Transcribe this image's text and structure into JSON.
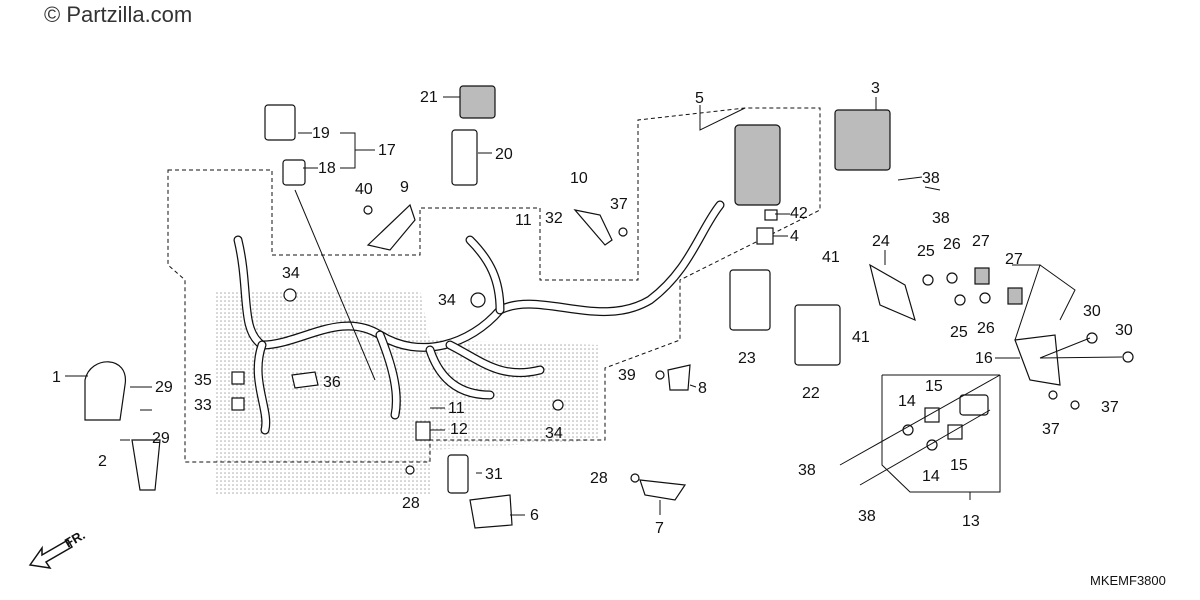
{
  "watermark": "© Partzilla.com",
  "diagram_code": "MKEMF3800",
  "front_label": "FR.",
  "callouts": [
    {
      "id": "c1",
      "text": "1"
    },
    {
      "id": "c2",
      "text": "2"
    },
    {
      "id": "c3",
      "text": "3"
    },
    {
      "id": "c4",
      "text": "4"
    },
    {
      "id": "c5",
      "text": "5"
    },
    {
      "id": "c6",
      "text": "6"
    },
    {
      "id": "c7",
      "text": "7"
    },
    {
      "id": "c8",
      "text": "8"
    },
    {
      "id": "c9",
      "text": "9"
    },
    {
      "id": "c10",
      "text": "10"
    },
    {
      "id": "c11a",
      "text": "11"
    },
    {
      "id": "c11b",
      "text": "11"
    },
    {
      "id": "c12",
      "text": "12"
    },
    {
      "id": "c13",
      "text": "13"
    },
    {
      "id": "c14a",
      "text": "14"
    },
    {
      "id": "c14b",
      "text": "14"
    },
    {
      "id": "c15a",
      "text": "15"
    },
    {
      "id": "c15b",
      "text": "15"
    },
    {
      "id": "c16",
      "text": "16"
    },
    {
      "id": "c17",
      "text": "17"
    },
    {
      "id": "c18",
      "text": "18"
    },
    {
      "id": "c19",
      "text": "19"
    },
    {
      "id": "c20",
      "text": "20"
    },
    {
      "id": "c21",
      "text": "21"
    },
    {
      "id": "c22",
      "text": "22"
    },
    {
      "id": "c23",
      "text": "23"
    },
    {
      "id": "c24",
      "text": "24"
    },
    {
      "id": "c25a",
      "text": "25"
    },
    {
      "id": "c25b",
      "text": "25"
    },
    {
      "id": "c26a",
      "text": "26"
    },
    {
      "id": "c26b",
      "text": "26"
    },
    {
      "id": "c27a",
      "text": "27"
    },
    {
      "id": "c27b",
      "text": "27"
    },
    {
      "id": "c28a",
      "text": "28"
    },
    {
      "id": "c28b",
      "text": "28"
    },
    {
      "id": "c29a",
      "text": "29"
    },
    {
      "id": "c29b",
      "text": "29"
    },
    {
      "id": "c30a",
      "text": "30"
    },
    {
      "id": "c30b",
      "text": "30"
    },
    {
      "id": "c31",
      "text": "31"
    },
    {
      "id": "c32",
      "text": "32"
    },
    {
      "id": "c33",
      "text": "33"
    },
    {
      "id": "c34a",
      "text": "34"
    },
    {
      "id": "c34b",
      "text": "34"
    },
    {
      "id": "c34c",
      "text": "34"
    },
    {
      "id": "c35",
      "text": "35"
    },
    {
      "id": "c36",
      "text": "36"
    },
    {
      "id": "c37a",
      "text": "37"
    },
    {
      "id": "c37b",
      "text": "37"
    },
    {
      "id": "c37c",
      "text": "37"
    },
    {
      "id": "c38a",
      "text": "38"
    },
    {
      "id": "c38b",
      "text": "38"
    },
    {
      "id": "c38c",
      "text": "38"
    },
    {
      "id": "c38d",
      "text": "38"
    },
    {
      "id": "c39",
      "text": "39"
    },
    {
      "id": "c40",
      "text": "40"
    },
    {
      "id": "c41a",
      "text": "41"
    },
    {
      "id": "c41b",
      "text": "41"
    },
    {
      "id": "c42",
      "text": "42"
    }
  ]
}
